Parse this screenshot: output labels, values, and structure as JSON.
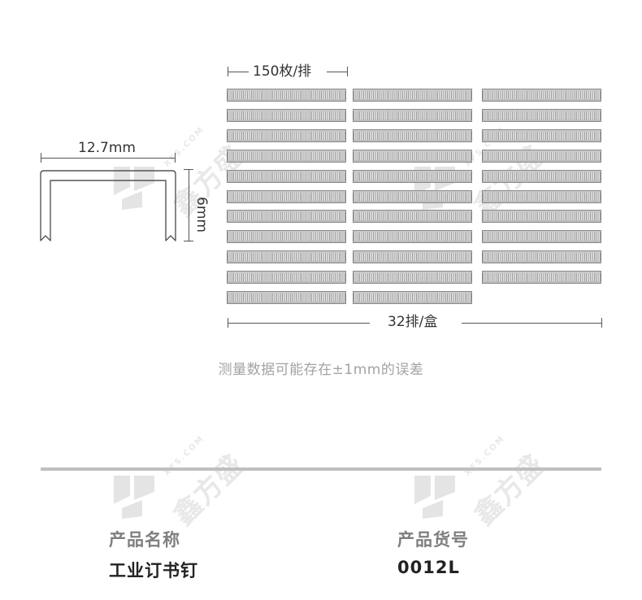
{
  "dimensions": {
    "width_label": "12.7mm",
    "height_label": "6mm",
    "per_row_label": "150枚/排",
    "per_box_label": "32排/盒"
  },
  "grid": {
    "columns": [
      11,
      11,
      10
    ]
  },
  "note": "测量数据可能存在±1mm的误差",
  "watermark": {
    "brand": "鑫方盛",
    "domain": "XFS.COM"
  },
  "product": {
    "name_heading": "产品名称",
    "name_value": "工业订书钉",
    "code_heading": "产品货号",
    "code_value": "0012L"
  },
  "colors": {
    "line": "#555555",
    "strip": "#9b9b9b",
    "note": "#a3a3a3",
    "divider": "#bfbfbf",
    "heading": "#7f7f7f"
  }
}
